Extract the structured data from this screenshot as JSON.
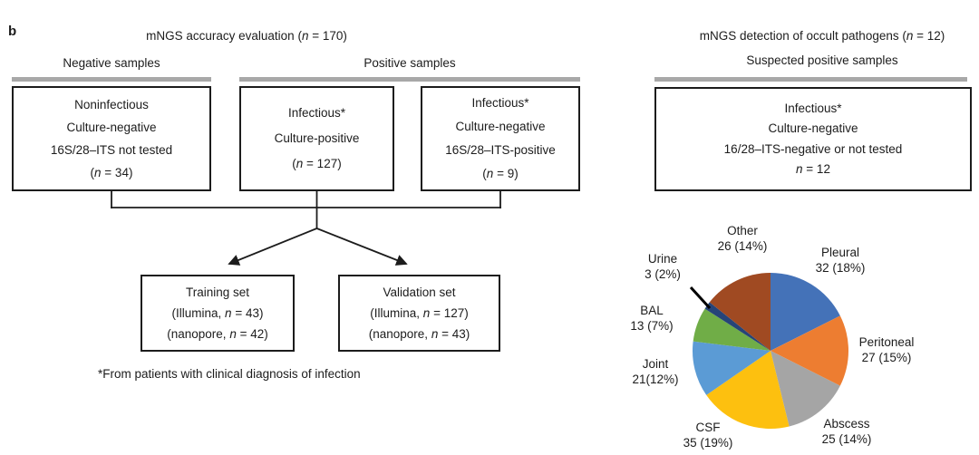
{
  "panel_label": "b",
  "accuracy_panel": {
    "title": {
      "pre": "mNGS accuracy evaluation (",
      "n": "n",
      "post": " = 170)"
    },
    "negative_group_label": "Negative samples",
    "positive_group_label": "Positive samples",
    "boxes": [
      {
        "lines": [
          "Noninfectious",
          "Culture-negative",
          "16S/28–ITS not tested"
        ],
        "count": {
          "pre": "(",
          "n": "n",
          "post": " = 34)"
        }
      },
      {
        "lines": [
          "Infectious*",
          "Culture-positive"
        ],
        "count": {
          "pre": "(",
          "n": "n",
          "post": " = 127)"
        }
      },
      {
        "lines": [
          "Infectious*",
          "Culture-negative",
          "16S/28–ITS-positive"
        ],
        "count": {
          "pre": "(",
          "n": "n",
          "post": " = 9)"
        }
      }
    ],
    "training_box": {
      "line1": "Training set",
      "line2": {
        "pre": "(Illumina, ",
        "n": "n",
        "post": " = 43)"
      },
      "line3": {
        "pre": "(nanopore, ",
        "n": "n",
        "post": " = 42)"
      }
    },
    "validation_box": {
      "line1": "Validation set",
      "line2": {
        "pre": "(Illumina, ",
        "n": "n",
        "post": " = 127)"
      },
      "line3": {
        "pre": "(nanopore, ",
        "n": "n",
        "post": " = 43)"
      }
    },
    "footnote": "*From patients with clinical diagnosis of infection"
  },
  "occult_panel": {
    "title": {
      "pre": "mNGS detection of occult pathogens (",
      "n": "n",
      "post": " = 12)"
    },
    "group_label": "Suspected positive samples",
    "box": {
      "lines": [
        "Infectious*",
        "Culture-negative",
        "16/28–ITS-negative or not tested"
      ],
      "count": {
        "pre": "",
        "n": "n",
        "post": " = 12"
      }
    }
  },
  "chart_data": {
    "type": "pie",
    "start_angle_deg": 0,
    "direction": "clockwise",
    "legend_position": "outside-labels",
    "slices": [
      {
        "label": "Pleural",
        "value": 32,
        "pct": 18,
        "display": "32 (18%)",
        "color": "#4472b8"
      },
      {
        "label": "Peritoneal",
        "value": 27,
        "pct": 15,
        "display": "27 (15%)",
        "color": "#ed7d31"
      },
      {
        "label": "Abscess",
        "value": 25,
        "pct": 14,
        "display": "25 (14%)",
        "color": "#a5a5a5"
      },
      {
        "label": "CSF",
        "value": 35,
        "pct": 19,
        "display": "35 (19%)",
        "color": "#fdc00f"
      },
      {
        "label": "Joint",
        "value": 21,
        "pct": 12,
        "display": "21(12%)",
        "color": "#5b9bd5"
      },
      {
        "label": "BAL",
        "value": 13,
        "pct": 7,
        "display": "13 (7%)",
        "color": "#70ad47"
      },
      {
        "label": "Urine",
        "value": 3,
        "pct": 2,
        "display": "3 (2%)",
        "color": "#264478"
      },
      {
        "label": "Other",
        "value": 26,
        "pct": 14,
        "display": "26 (14%)",
        "color": "#a04a22"
      }
    ]
  }
}
